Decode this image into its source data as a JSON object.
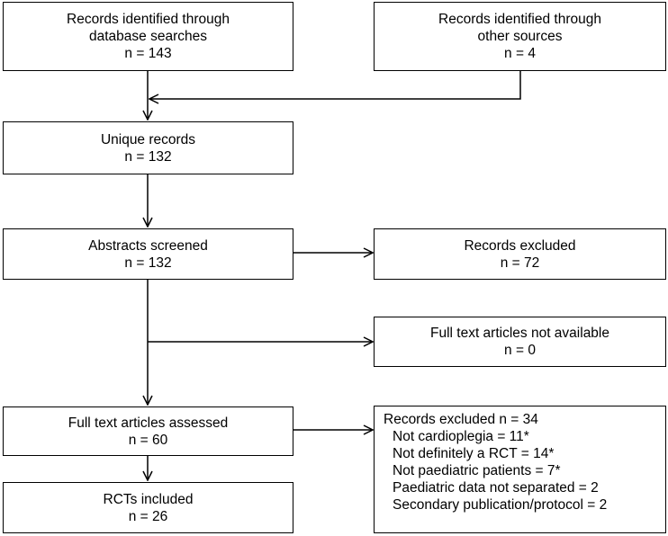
{
  "boxes": {
    "db_search": {
      "lines": [
        "Records identified through",
        "database searches",
        "n = 143"
      ]
    },
    "other_sources": {
      "lines": [
        "Records identified through",
        "other sources",
        "n = 4"
      ]
    },
    "unique": {
      "lines": [
        "Unique records",
        "n = 132"
      ]
    },
    "screened": {
      "lines": [
        "Abstracts screened",
        "n = 132"
      ]
    },
    "excluded_1": {
      "lines": [
        "Records excluded",
        "n = 72"
      ]
    },
    "not_available": {
      "lines": [
        "Full text articles not available",
        "n = 0"
      ]
    },
    "assessed": {
      "lines": [
        "Full text articles assessed",
        "n = 60"
      ]
    },
    "excluded_2": {
      "heading": "Records excluded n =  34",
      "reasons": [
        "Not cardioplegia = 11*",
        "Not definitely a RCT = 14*",
        "Not paediatric patients = 7*",
        "Paediatric data not separated = 2",
        "Secondary publication/protocol = 2"
      ]
    },
    "included": {
      "lines": [
        "RCTs included",
        "n = 26"
      ]
    }
  }
}
